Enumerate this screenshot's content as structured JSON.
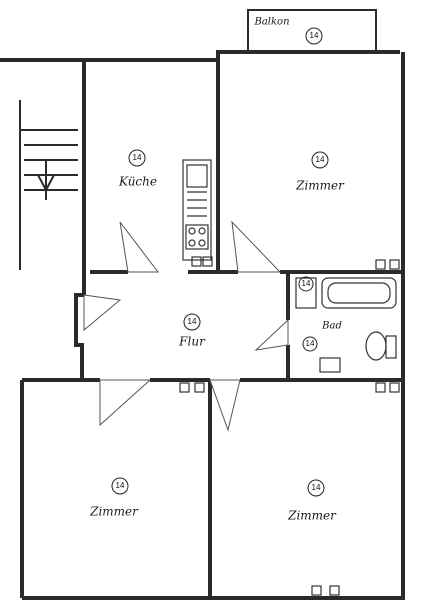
{
  "rooms": {
    "balkon": {
      "label": "Balkon",
      "number": "14"
    },
    "kueche": {
      "label": "Küche",
      "number": "14"
    },
    "zimmer_ne": {
      "label": "Zimmer",
      "number": "14"
    },
    "flur": {
      "label": "Flur",
      "number": "14"
    },
    "bad": {
      "label": "Bad",
      "number": "14"
    },
    "zimmer_sw": {
      "label": "Zimmer",
      "number": "14"
    },
    "zimmer_se": {
      "label": "Zimmer",
      "number": "14"
    }
  },
  "colors": {
    "wall": "#2a2a2a",
    "background": "#ffffff"
  }
}
